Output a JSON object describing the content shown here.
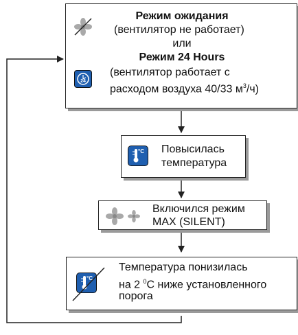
{
  "box1": {
    "standby_title": "Режим ожидания",
    "standby_note": "(вентилятор не работает)",
    "or_text": "или",
    "mode24_title": "Режим 24 Hours",
    "mode24_note_1": "(вентилятор работает с",
    "mode24_note_2": "расходом воздуха 40/33 м",
    "mode24_note_sup": "3",
    "mode24_note_end": "/ч)",
    "badge_24": "24"
  },
  "box2": {
    "line1": "Повысилась",
    "line2": "температура",
    "thermo_label": "°C"
  },
  "box3": {
    "line1": "Включился режим",
    "line2": "MAX (SILENT)"
  },
  "box4": {
    "line1": "Температура понизилась",
    "line2_pre": "на 2 ",
    "line2_sup": "0",
    "line2_post": "C ниже установленного",
    "line3": "порога",
    "thermo_label": "°C"
  },
  "colors": {
    "icon_blue": "#1f5fb0",
    "icon_gray": "#a9a9a9",
    "shadow": "#9a9a9a",
    "line": "#222222"
  }
}
